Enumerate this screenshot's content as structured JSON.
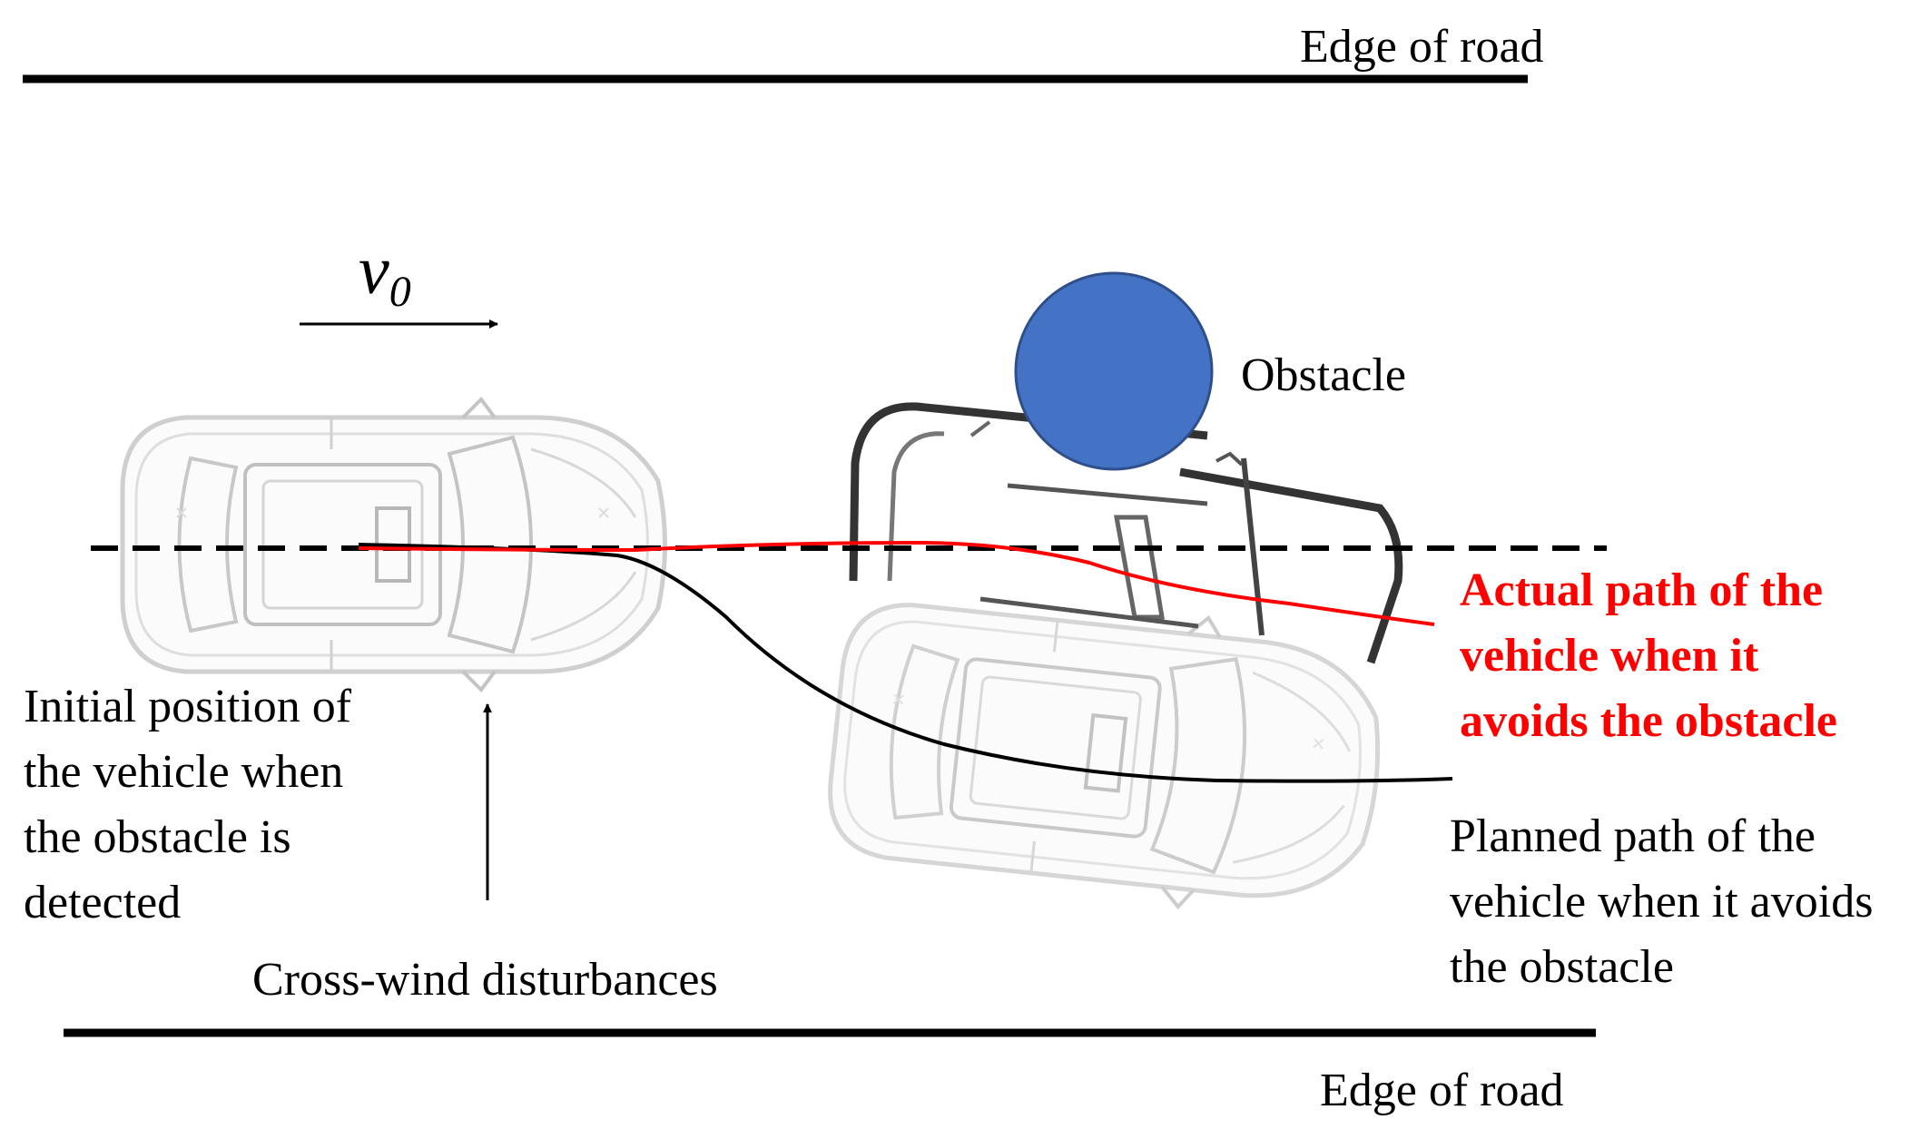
{
  "labels": {
    "edge_top": "Edge of road",
    "edge_bottom": "Edge of road",
    "velocity_symbol": "v",
    "velocity_subscript": "0",
    "obstacle": "Obstacle",
    "initial_position": [
      "Initial position of",
      "the vehicle when",
      "the obstacle is",
      "detected"
    ],
    "crosswind": "Cross-wind disturbances",
    "actual_path": [
      "Actual path of the",
      "vehicle when it",
      "avoids the obstacle"
    ],
    "planned_path": [
      "Planned path of the",
      "vehicle when it avoids",
      "the obstacle"
    ]
  },
  "colors": {
    "obstacle_fill": "#4472c4",
    "obstacle_stroke": "#2f4f8a",
    "actual_path": "#ff0000",
    "planned_path": "#000000",
    "road_edge": "#000000"
  }
}
